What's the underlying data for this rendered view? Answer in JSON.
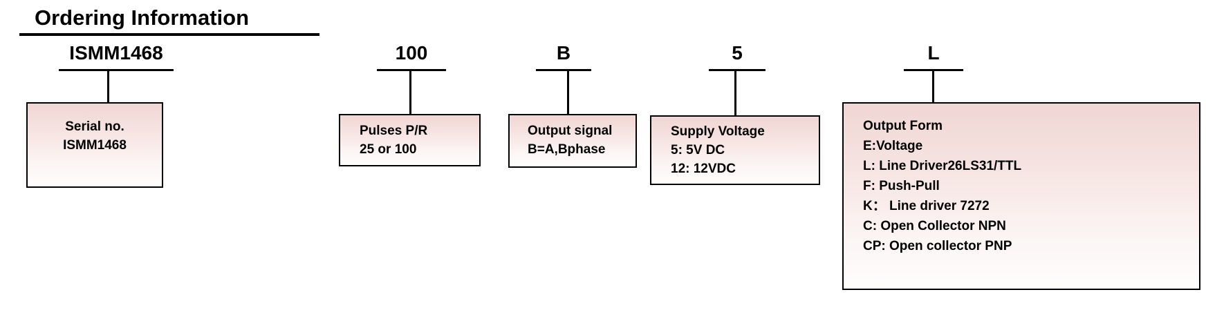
{
  "title": "Ordering Information",
  "model": {
    "code": "ISMM1468",
    "box_lines": "Serial no.\nISMM1468"
  },
  "segments": [
    {
      "code": "100",
      "box_lines": "Pulses P/R\n25 or 100"
    },
    {
      "code": "B",
      "box_lines": "Output signal\nB=A,Bphase"
    },
    {
      "code": "5",
      "box_lines": "Supply Voltage\n5: 5V DC\n12: 12VDC"
    },
    {
      "code": "L",
      "box_lines": "Output Form\nE:Voltage\nL: Line Driver26LS31/TTL\nF: Push-Pull\nK：  Line driver 7272\nC: Open Collector NPN\nCP: Open collector PNP"
    }
  ],
  "colors": {
    "ink": "#000000",
    "box_fill_top": "#f0d6d4",
    "box_fill_bottom": "#fffdfd",
    "background": "#ffffff"
  }
}
